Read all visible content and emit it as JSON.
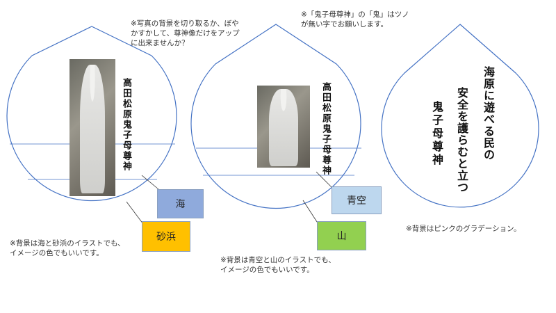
{
  "notes": {
    "top_left": "※写真の背景を切り取るか、ぼや\nかすかして、尊神像だけをアップ\nに出来ませんか？",
    "top_middle": "※「鬼子母尊神」の「鬼」はツノ\nが無い字でお願いします。",
    "bottom_left": "※背景は海と砂浜のイラストでも、\nイメージの色でもいいです。",
    "bottom_middle": "※背景は青空と山のイラストでも、\nイメージの色でもいいです。",
    "bottom_right": "※背景はピンクのグラデーション。"
  },
  "designs": [
    {
      "vertical_text": "高田松原鬼子母尊神",
      "labels": [
        {
          "text": "海",
          "color": "#8FAADC"
        },
        {
          "text": "砂浜",
          "color": "#FFC000"
        }
      ]
    },
    {
      "vertical_text": "高田松原鬼子母尊神",
      "labels": [
        {
          "text": "青空",
          "color": "#BDD7EE"
        },
        {
          "text": "山",
          "color": "#92D050"
        }
      ]
    },
    {
      "vertical_lines": [
        "海原に遊べる民の",
        "安全を護らむと立つ",
        "鬼子母尊神"
      ]
    }
  ],
  "colors": {
    "outline": "#4472C4"
  }
}
